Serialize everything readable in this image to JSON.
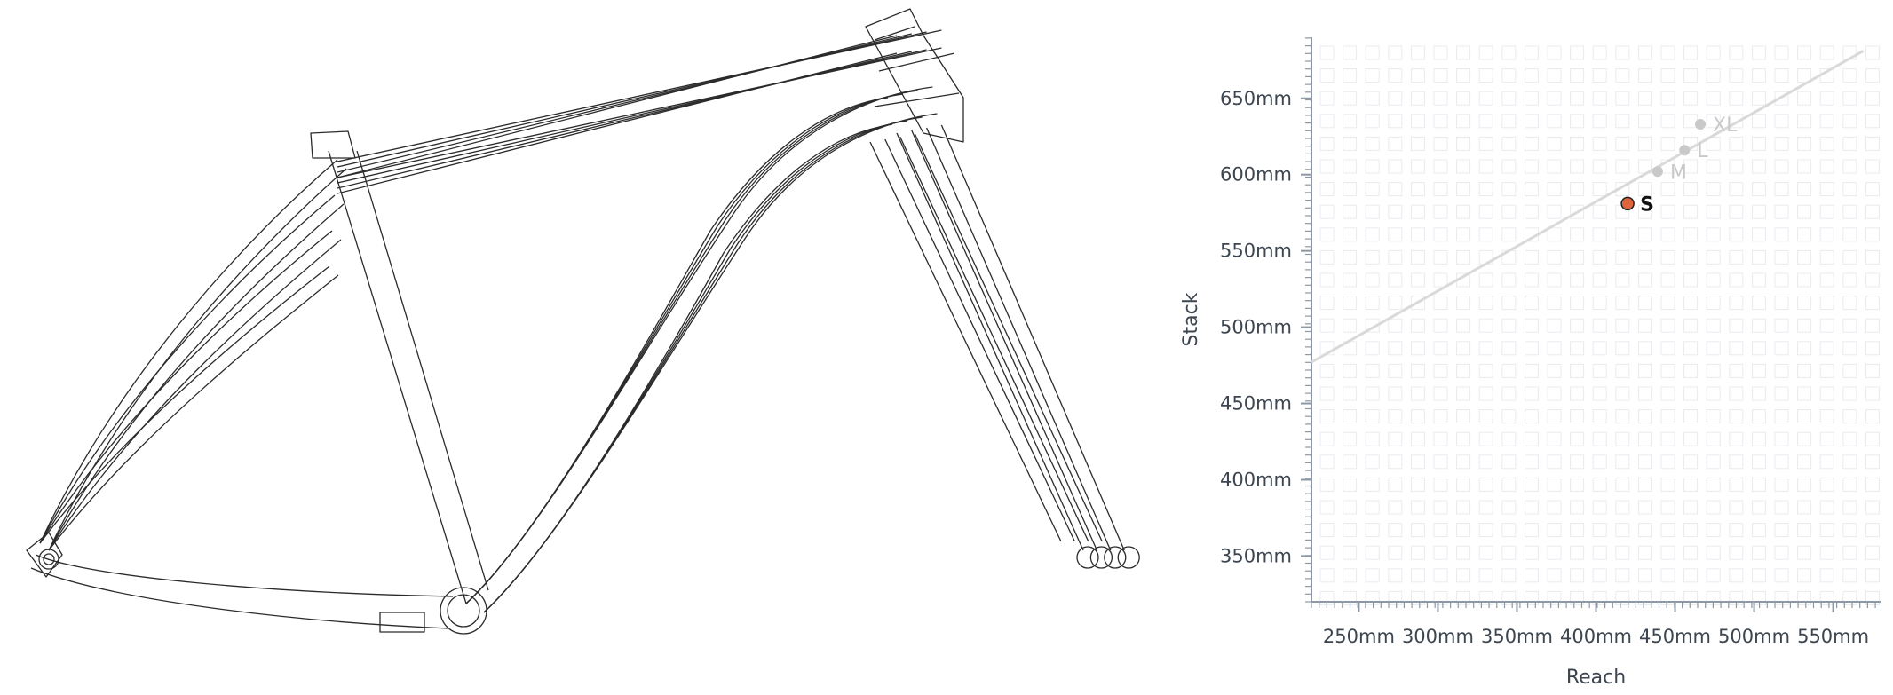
{
  "colors": {
    "axis": "#8c98a6",
    "grid": "#e8ebef",
    "trend": "#d9d9d9",
    "inactive_point": "#c9c9c9",
    "active_point": "#e0643c",
    "active_label": "#111111",
    "frame_stroke": "#2b2b2b"
  },
  "frame_drawing": {
    "icon": "bike-frame-geometry-overlay"
  },
  "chart_data": {
    "type": "scatter",
    "xlabel": "Reach",
    "ylabel": "Stack",
    "x_unit": "mm",
    "y_unit": "mm",
    "xlim": [
      220,
      580
    ],
    "ylim": [
      320,
      690
    ],
    "x_ticks": [
      "250mm",
      "300mm",
      "350mm",
      "400mm",
      "450mm",
      "500mm",
      "550mm"
    ],
    "x_tick_values": [
      250,
      300,
      350,
      400,
      450,
      500,
      550
    ],
    "y_ticks": [
      "350mm",
      "400mm",
      "450mm",
      "500mm",
      "550mm",
      "600mm",
      "650mm"
    ],
    "y_tick_values": [
      350,
      400,
      450,
      500,
      550,
      600,
      650
    ],
    "grid": true,
    "points": [
      {
        "label": "S",
        "x": 420,
        "y": 581,
        "active": true
      },
      {
        "label": "M",
        "x": 439,
        "y": 602,
        "active": false
      },
      {
        "label": "L",
        "x": 456,
        "y": 616,
        "active": false
      },
      {
        "label": "XL",
        "x": 466,
        "y": 633,
        "active": false
      }
    ],
    "trend_line": {
      "x": [
        220,
        569
      ],
      "y": [
        477,
        681
      ]
    }
  }
}
